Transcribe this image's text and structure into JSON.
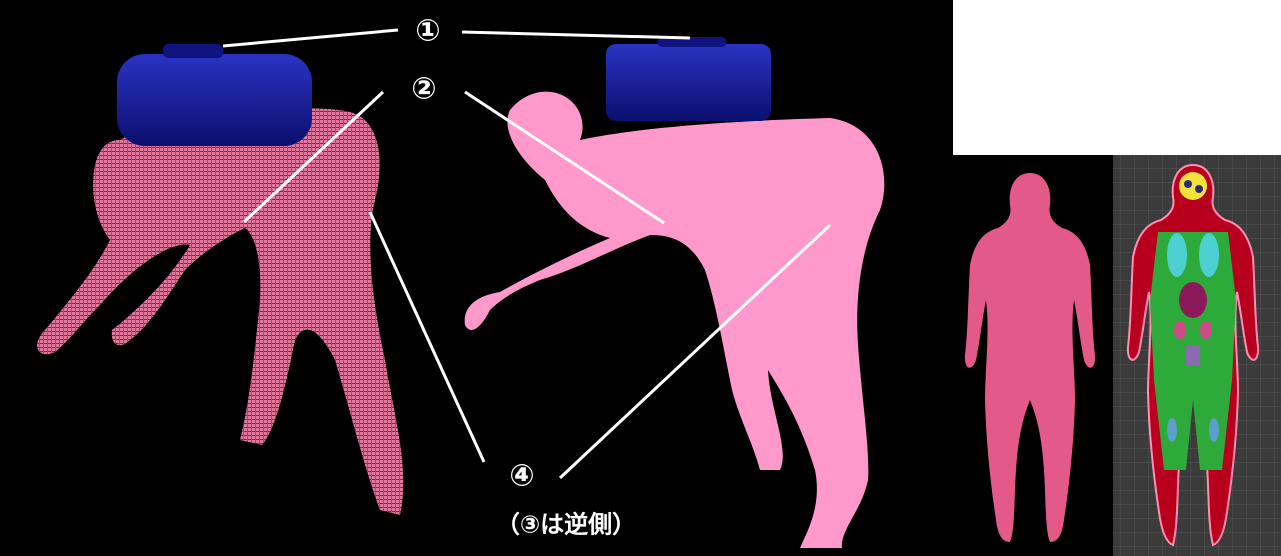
{
  "labels": {
    "l1": "①",
    "l2": "②",
    "l4": "④",
    "note": "（③は逆側）"
  },
  "colors": {
    "background": "#000000",
    "voxel_model": "#e0789e",
    "smooth_model": "#ff99cc",
    "device": "#151a9a",
    "front_body": "#e35a8a",
    "annotation": "#ffffff"
  }
}
